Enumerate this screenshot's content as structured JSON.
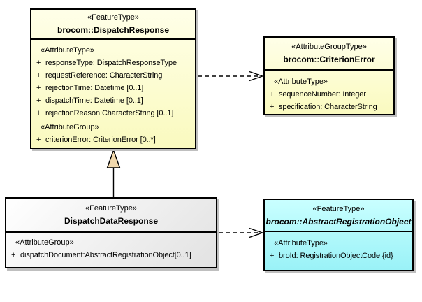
{
  "colors": {
    "class-yellow-top": "#ffffe8",
    "class-yellow-bottom": "#fafabf",
    "class-cyan-top": "#c9ffff",
    "class-cyan-bottom": "#9af2f7",
    "class-gray-top": "#ffffff",
    "class-gray-bottom": "#e2e2e2",
    "border": "#000000",
    "shadow": "#bfbfbf",
    "triangle-fill": "#f2d9ad",
    "connector": "#000000",
    "text": "#000000"
  },
  "classes": [
    {
      "stereotype": "«FeatureType»",
      "name": "brocom::DispatchResponse",
      "abstract": false,
      "groups": [
        {
          "label": "«AttributeType»",
          "items": [
            {
              "vis": "+",
              "text": "responseType: DispatchResponseType"
            },
            {
              "vis": "+",
              "text": "requestReference: CharacterString"
            },
            {
              "vis": "+",
              "text": "rejectionTime: Datetime [0..1]"
            },
            {
              "vis": "+",
              "text": "dispatchTime: Datetime [0..1]"
            },
            {
              "vis": "+",
              "text": "rejectionReason:CharacterString [0..1]"
            }
          ]
        },
        {
          "label": "«AttributeGroup»",
          "items": [
            {
              "vis": "+",
              "text": "criterionError: CriterionError [0..*]"
            }
          ]
        }
      ]
    },
    {
      "stereotype": "«AttributeGroupType»",
      "name": "brocom::CriterionError",
      "abstract": false,
      "groups": [
        {
          "label": "«AttributeType»",
          "items": [
            {
              "vis": "+",
              "text": "sequenceNumber: Integer"
            },
            {
              "vis": "+",
              "text": "specification: CharacterString"
            }
          ]
        }
      ]
    },
    {
      "stereotype": "«FeatureType»",
      "name": "DispatchDataResponse",
      "abstract": false,
      "groups": [
        {
          "label": "«AttributeGroup»",
          "items": [
            {
              "vis": "+",
              "text": "dispatchDocument:AbstractRegistrationObject[0..1]"
            }
          ]
        }
      ]
    },
    {
      "stereotype": "«FeatureType»",
      "name": "brocom::AbstractRegistrationObject",
      "abstract": true,
      "groups": [
        {
          "label": "«AttributeType»",
          "items": [
            {
              "vis": "+",
              "text": "broId: RegistrationObjectCode {id}"
            }
          ]
        }
      ]
    }
  ],
  "connectors": [
    {
      "type": "dependency",
      "from": "brocom::DispatchResponse",
      "to": "brocom::CriterionError",
      "line": "dashed",
      "arrow": "open"
    },
    {
      "type": "generalization",
      "from": "DispatchDataResponse",
      "to": "brocom::DispatchResponse",
      "line": "solid",
      "arrow": "closed-triangle"
    },
    {
      "type": "dependency",
      "from": "DispatchDataResponse",
      "to": "brocom::AbstractRegistrationObject",
      "line": "dashed",
      "arrow": "open"
    }
  ]
}
